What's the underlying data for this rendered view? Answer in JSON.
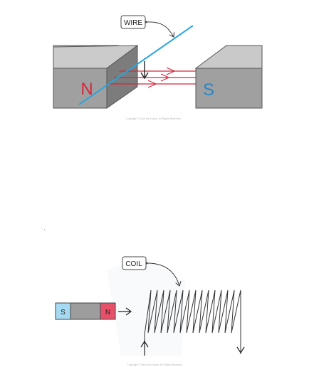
{
  "diagram1": {
    "wire_label": "WIRE",
    "north_label": "N",
    "south_label": "S",
    "copyright": "Copyright © Save My Exams. All Rights Reserved"
  },
  "stray_mark": "· ,",
  "diagram2": {
    "coil_label": "COIL",
    "magnet_south_label": "S",
    "magnet_north_label": "N",
    "copyright": "Copyright © Save My Exams. All Rights Reserved"
  },
  "colors": {
    "north": "#d6263b",
    "south": "#2a86c8",
    "wire": "#29a6dc",
    "field_lines": "#d6263b",
    "magnet_top": "#c9c9c9",
    "magnet_front": "#9d9d9d",
    "magnet_side": "#7c7c7c",
    "magnet_s_fill": "#a6d9f2",
    "magnet_n_fill": "#e8506a"
  }
}
